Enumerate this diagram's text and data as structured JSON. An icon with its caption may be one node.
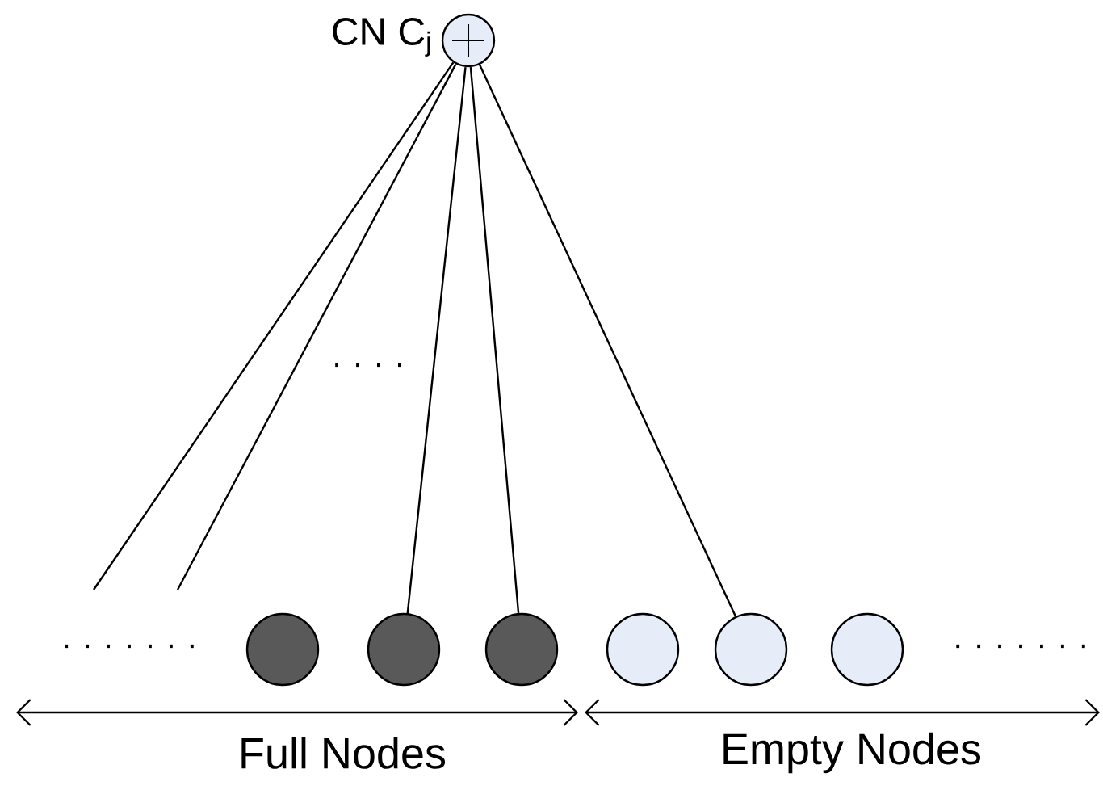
{
  "diagram": {
    "nodes": [
      {
        "text": [],
        "shape": "circle",
        "beside": [
          "CN C$_{j}$"
        ]
      },
      {
        "text": [],
        "shape": "circle"
      },
      {
        "text": [],
        "shape": "circle"
      },
      {
        "text": [],
        "shape": "circle"
      },
      {
        "text": [],
        "shape": "circle"
      },
      {
        "text": [],
        "shape": "circle"
      },
      {
        "text": [],
        "shape": "circle"
      }
    ],
    "edges": [
      {
        "from": 0,
        "to": null,
        "arrow": "none"
      },
      {
        "from": 0,
        "to": null,
        "arrow": "none"
      },
      {
        "from": 0,
        "to": 2,
        "arrow": "none"
      },
      {
        "from": 0,
        "to": 3,
        "arrow": "none"
      },
      {
        "from": 0,
        "to": 5,
        "arrow": "none"
      }
    ],
    "labels": [
      ". . . .",
      ". . . . . . .",
      ". . . . . . .",
      "Full Nodes",
      "Empty Nodes"
    ]
  }
}
